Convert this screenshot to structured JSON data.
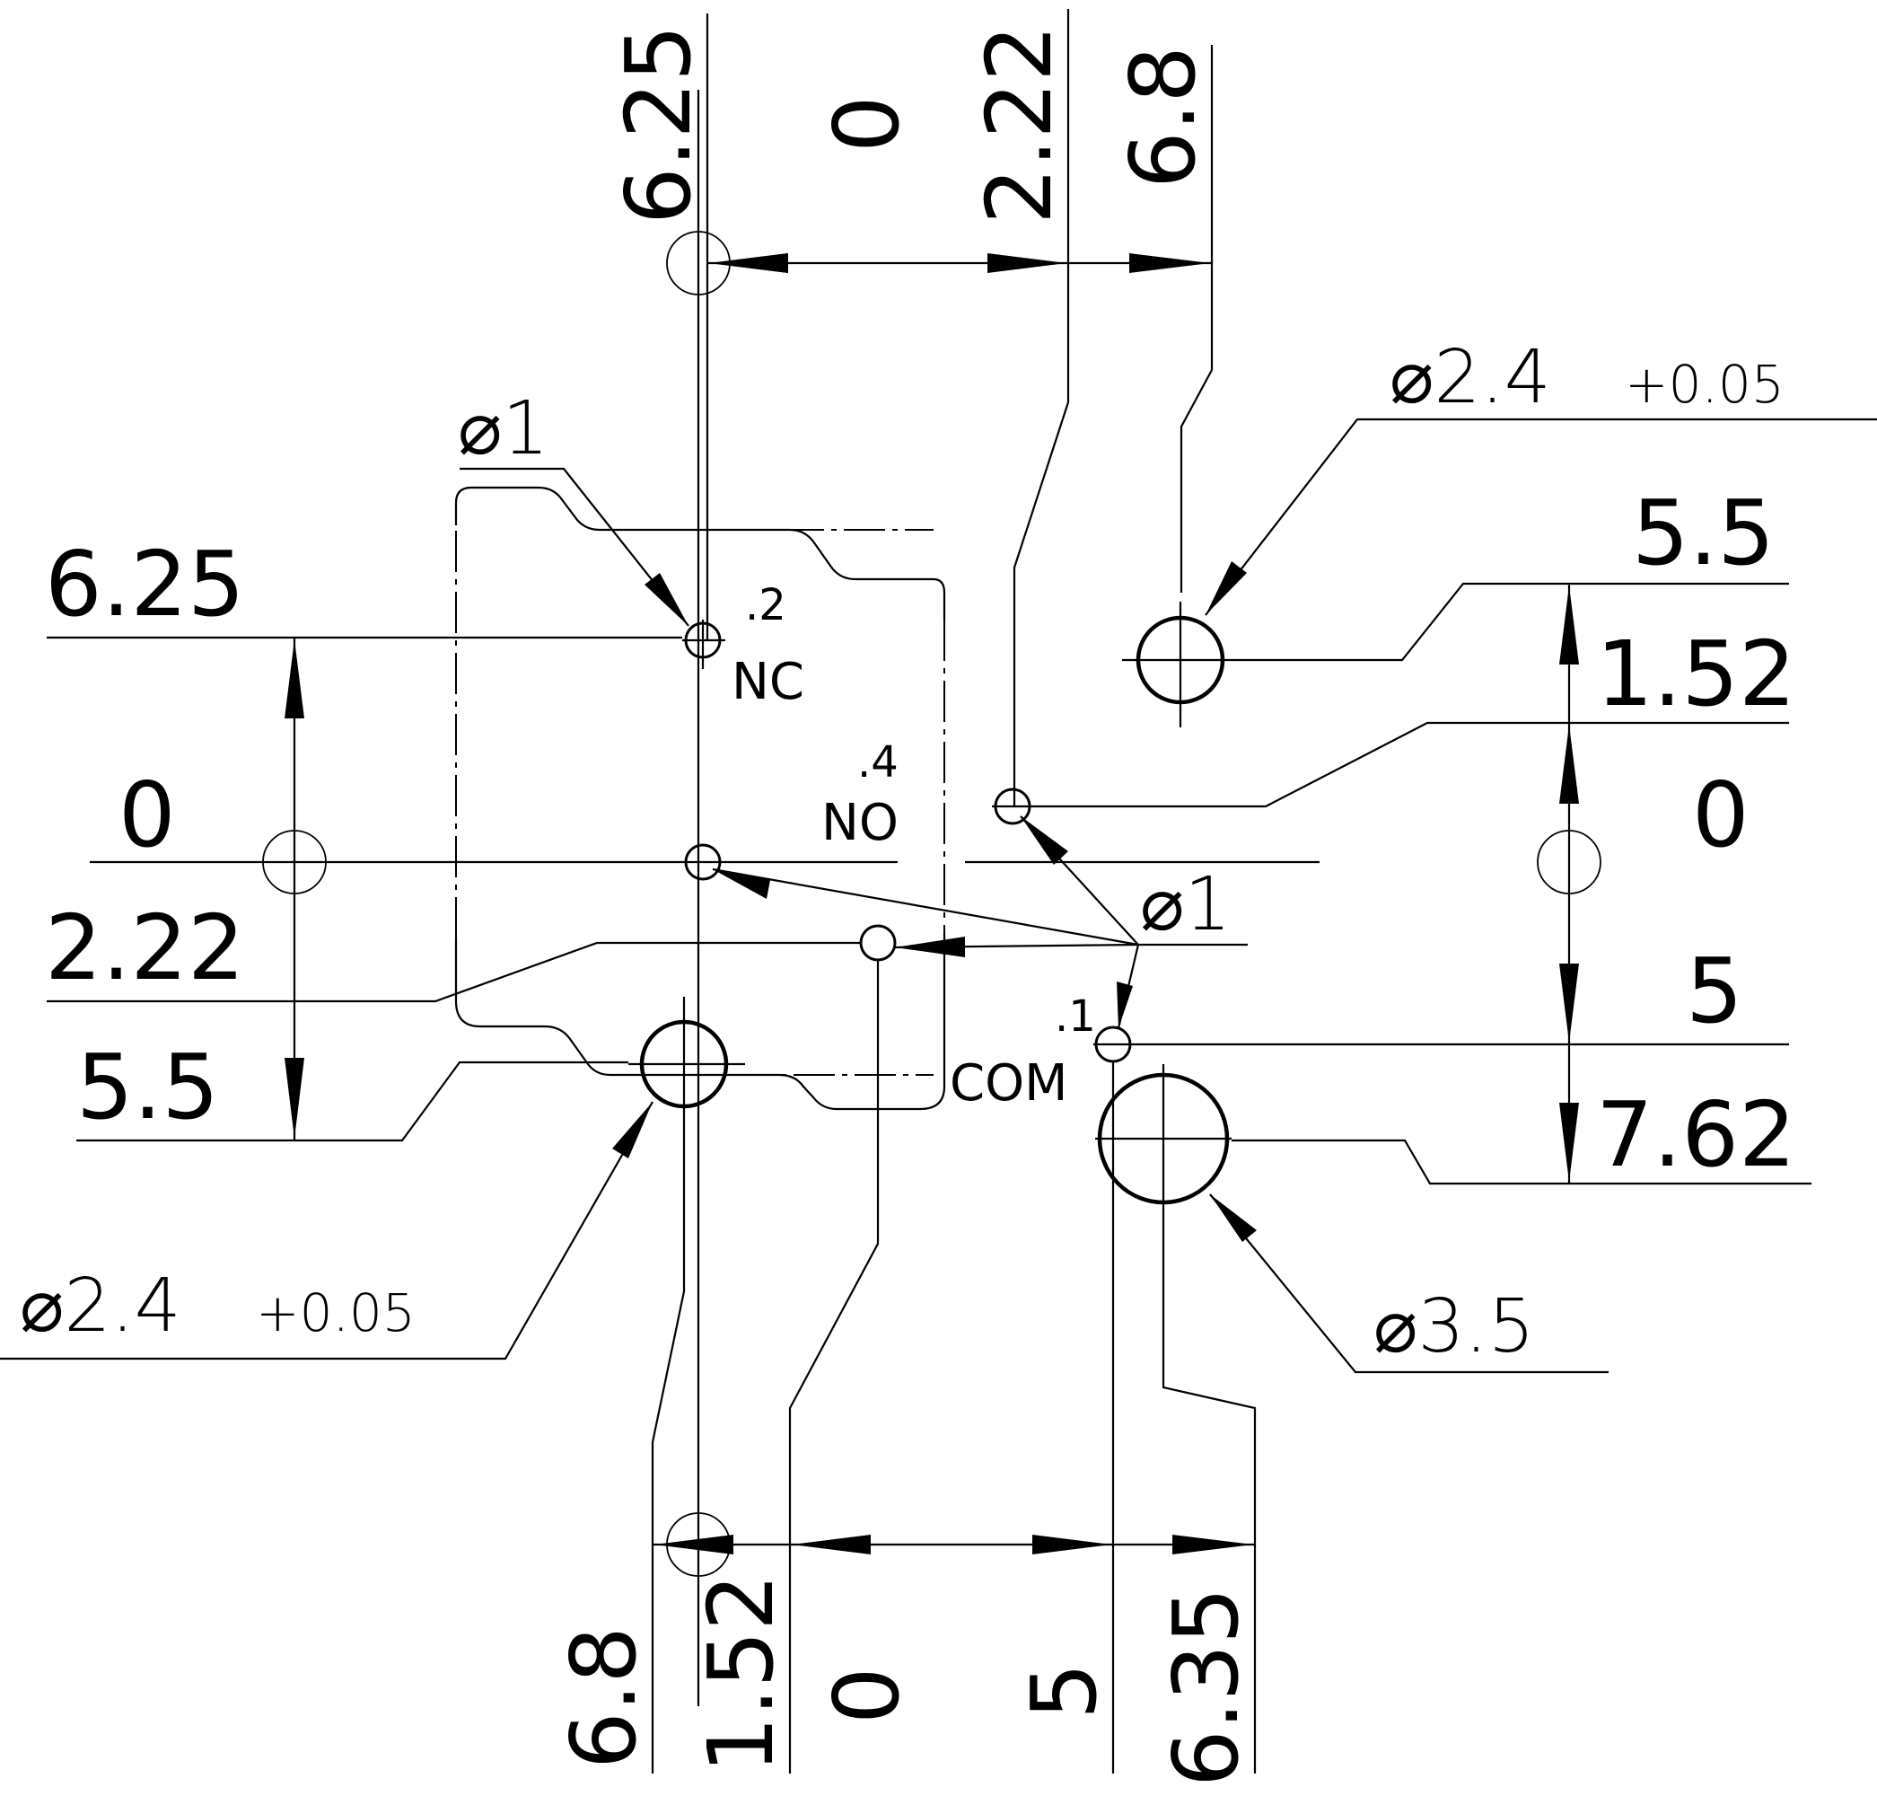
{
  "top_dims": [
    "6.25",
    "0",
    "2.22",
    "6.8"
  ],
  "bottom_dims": [
    "6.8",
    "1.52",
    "0",
    "5",
    "6.35"
  ],
  "left_dims": [
    "6.25",
    "0",
    "2.22",
    "5.5"
  ],
  "right_dims": [
    "5.5",
    "1.52",
    "0",
    "5",
    "7.62"
  ],
  "callouts": {
    "nc_hole": "⌀1",
    "pin_holes": "⌀1",
    "mount_hole_tr": "⌀2.4",
    "mount_hole_tr_tol": "+0.05",
    "mount_hole_bl": "⌀2.4",
    "mount_hole_bl_tol": "+0.05",
    "com_mount_hole": "⌀3.5"
  },
  "pins": {
    "nc_label": "NC",
    "nc_num": ".2",
    "no_label": "NO",
    "no_num": ".4",
    "com_label": "COM",
    "com_num": ".1"
  }
}
